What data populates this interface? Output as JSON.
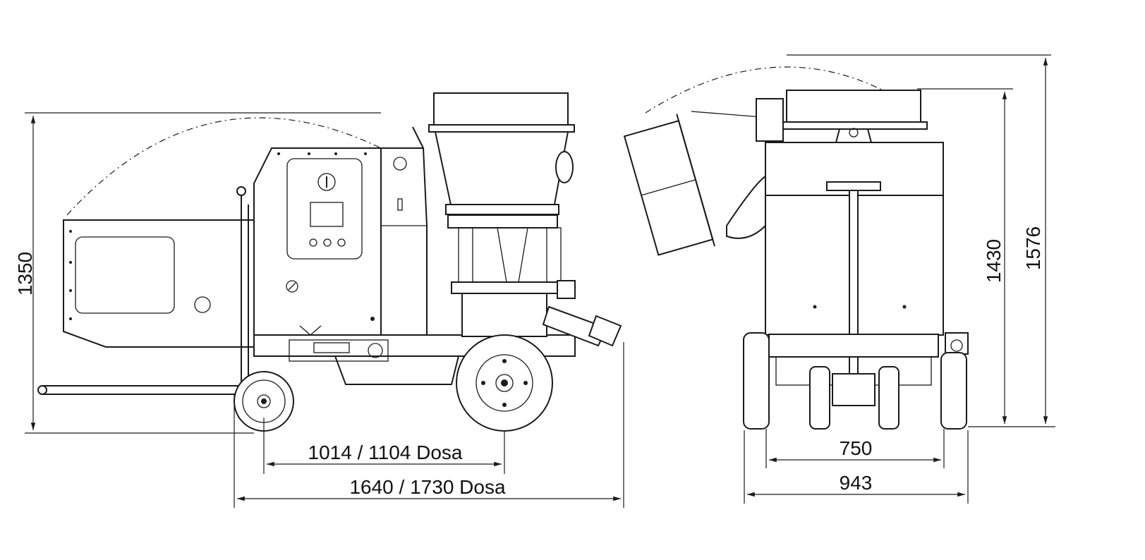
{
  "dimensions": {
    "side_height": "1350",
    "wheelbase": "1014 / 1104 Dosa",
    "overall_length": "1640 / 1730 Dosa",
    "front_track": "750",
    "front_width": "943",
    "front_height_closed": "1430",
    "front_height_open": "1576"
  }
}
